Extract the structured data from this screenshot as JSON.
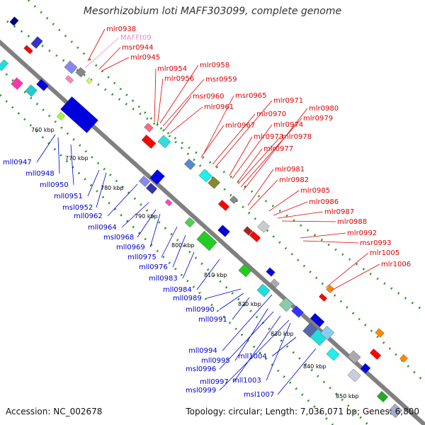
{
  "title": "Mesorhizobium loti MAFF303099, complete genome",
  "accession": "Accession: NC_002678",
  "summary": "Topology: circular; Length: 7,036,071 bp; Genes: 6,800",
  "colors": {
    "forward": "#dd0000",
    "reverse": "#0000cc",
    "rna": "#ee88cc",
    "axis": "#808080"
  },
  "ticks": [
    "760 kbp",
    "770 kbp",
    "780 kbp",
    "790 kbp",
    "800 kbp",
    "810 kbp",
    "820 kbp",
    "830 kbp",
    "840 kbp",
    "850 kbp"
  ],
  "forward_labels": [
    "mlr0938",
    "MAFFt09",
    "msr0944",
    "mlr0945",
    "mlr0954",
    "mlr0956",
    "mlr0958",
    "msr0959",
    "msr0960",
    "mlr0961",
    "msr0965",
    "mlr0967",
    "mlr0970",
    "mlr0971",
    "mlr0973",
    "mlr0974",
    "mlr0977",
    "mlr0978",
    "mlr0979",
    "mlr0980",
    "mlr0981",
    "mlr0982",
    "mlr0985",
    "mlr0986",
    "mlr0987",
    "mlr0988",
    "mlr0992",
    "msr0993",
    "mlr1005",
    "mlr1006"
  ],
  "reverse_labels": [
    "mll0947",
    "mll0948",
    "mll0950",
    "mll0951",
    "msl0952",
    "mll0962",
    "mll0964",
    "msl0968",
    "mll0969",
    "mll0975",
    "mll0976",
    "mll0983",
    "mll0984",
    "mll0989",
    "mll0990",
    "mll0991",
    "mll0994",
    "mll0995",
    "msl0996",
    "mll0997",
    "msl0999",
    "mll1003",
    "mll1004",
    "msl1007"
  ]
}
